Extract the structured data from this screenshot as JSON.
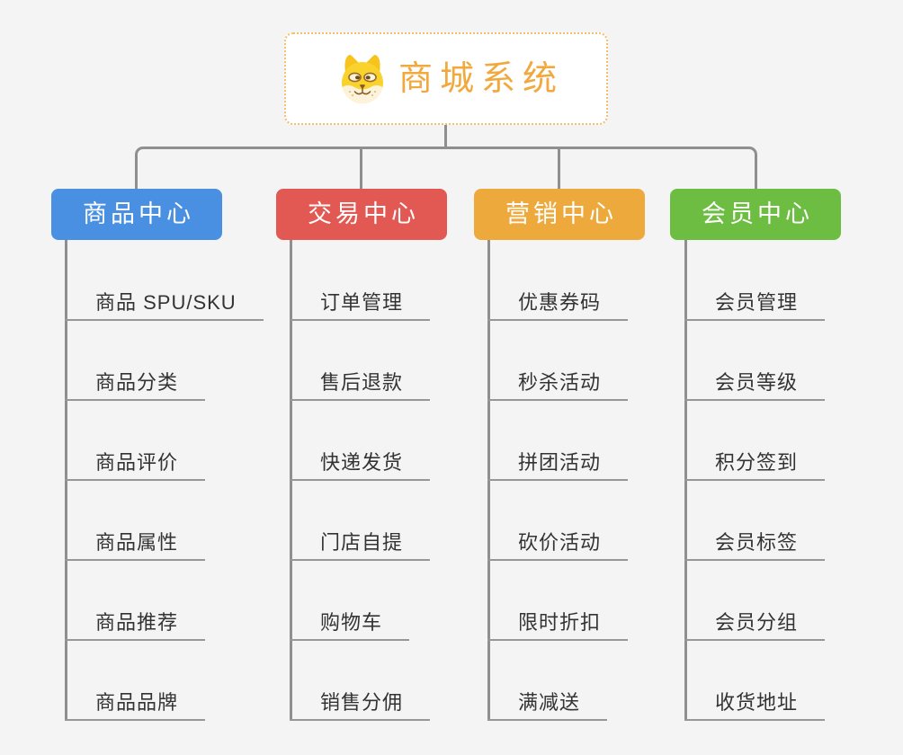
{
  "root": {
    "title": "商城系统",
    "icon": "doge-face-icon",
    "text_color": "#f1a83d",
    "border_color": "#f3bd6b"
  },
  "branches": [
    {
      "id": "product-center",
      "label": "商品中心",
      "color": "#4a90e2",
      "items": [
        "商品 SPU/SKU",
        "商品分类",
        "商品评价",
        "商品属性",
        "商品推荐",
        "商品品牌"
      ]
    },
    {
      "id": "trade-center",
      "label": "交易中心",
      "color": "#e25852",
      "items": [
        "订单管理",
        "售后退款",
        "快递发货",
        "门店自提",
        "购物车",
        "销售分佣"
      ]
    },
    {
      "id": "marketing-center",
      "label": "营销中心",
      "color": "#eda93b",
      "items": [
        "优惠券码",
        "秒杀活动",
        "拼团活动",
        "砍价活动",
        "限时折扣",
        "满减送"
      ]
    },
    {
      "id": "member-center",
      "label": "会员中心",
      "color": "#6cbd41",
      "items": [
        "会员管理",
        "会员等级",
        "积分签到",
        "会员标签",
        "会员分组",
        "收货地址"
      ]
    }
  ],
  "connector_color": "#8f8f8f",
  "background_color": "#f4f4f4",
  "leaf_text_color": "#333333"
}
